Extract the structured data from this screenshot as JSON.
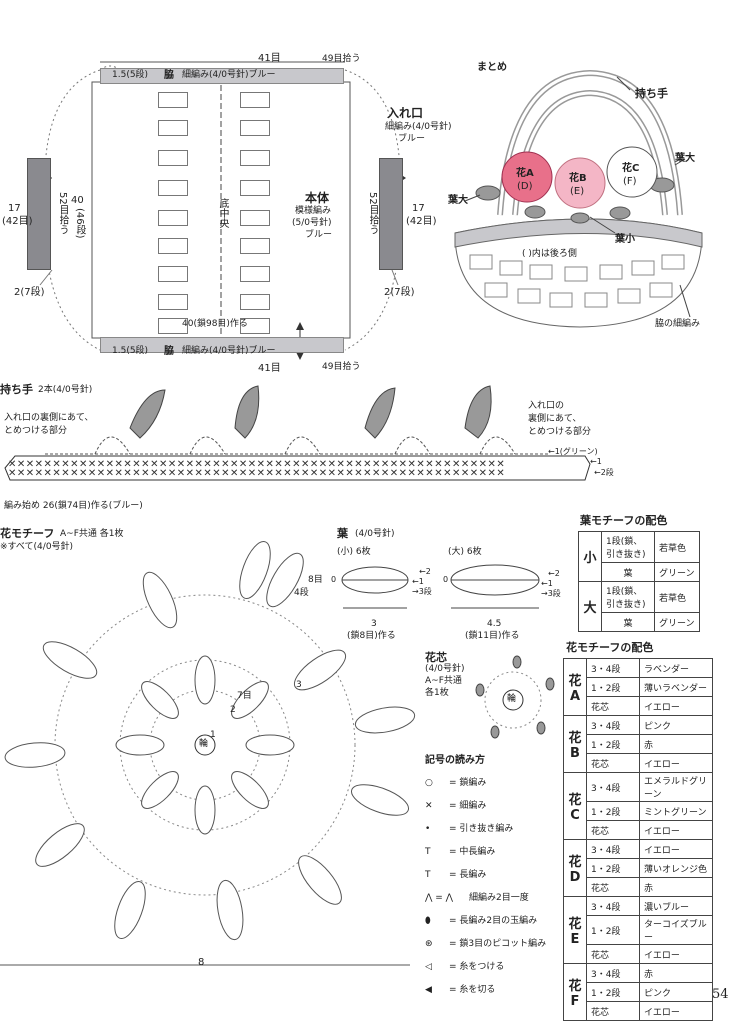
{
  "body_diagram": {
    "top_41": "41目",
    "top_49": "49目拾う",
    "band_top_label_a": "1.5(5段)",
    "band_top_label_b": "脇",
    "band_top_label_c": "細編み(4/0号針)ブルー",
    "band_bottom_label_a": "1.5(5段)",
    "band_bottom_label_b": "脇",
    "band_bottom_label_c": "細編み(4/0号針)ブルー",
    "bottom_41": "41目",
    "bottom_49": "49目拾う",
    "chain_label": "40(鎖98目)作る",
    "center_label": "底中央",
    "main_title": "本体",
    "main_sub1": "模様編み",
    "main_sub2": "(5/0号針)",
    "main_sub3": "ブルー",
    "left_40": "40",
    "left_46": "(46段)",
    "left_52": "52目拾う",
    "left_17": "17",
    "left_42": "(42目)",
    "left_2": "2(7段)",
    "right_52": "52目拾う",
    "right_17": "17",
    "right_42": "(42目)",
    "right_2": "2(7段)",
    "opening_title": "入れ口",
    "opening_sub1": "細編み(4/0号針)",
    "opening_sub2": "ブルー"
  },
  "finish": {
    "title": "まとめ",
    "handle": "持ち手",
    "flower_a1": "花A",
    "flower_a2": "(D)",
    "flower_b1": "花B",
    "flower_b2": "(E)",
    "flower_c1": "花C",
    "flower_c2": "(F)",
    "leaf_big_r": "葉大",
    "leaf_big_l": "葉大",
    "leaf_small": "葉小",
    "back_note": "( )内は後ろ側",
    "side_band": "脇の細編み"
  },
  "handle_section": {
    "title": "持ち手",
    "title_sub": "2本(4/0号針)",
    "note_left1": "入れ口の裏側にあて、",
    "note_left2": "とめつける部分",
    "note_right1": "入れ口の",
    "note_right2": "裏側にあて、",
    "note_right3": "とめつける部分",
    "row_1_green": "←1(グリーン)",
    "row_1": "←1",
    "row_2": "←2段",
    "start_note": "編み始め 26(鎖74目)作る(ブルー)"
  },
  "flower_section": {
    "title": "花モチーフ",
    "title_sub": "A~F共通 各1枚",
    "note": "※すべて(4/0号針)",
    "label_8": "8目",
    "label_4": "4段",
    "label_3": "3",
    "label_7": "7目",
    "label_2": "2",
    "label_1": "1",
    "ring": "輪",
    "width": "8"
  },
  "leaf_section": {
    "title": "葉",
    "title_sub": "(4/0号針)",
    "small": "(小) 6枚",
    "large": "(大) 6枚",
    "small_width": "3",
    "small_chain": "(鎖8目)作る",
    "large_width": "4.5",
    "large_chain": "(鎖11目)作る",
    "row_2": "←2",
    "row_1": "←1",
    "row_3": "→3段",
    "start_0": "0"
  },
  "core_section": {
    "title": "花芯",
    "sub1": "(4/0号針)",
    "sub2": "A~F共通",
    "sub3": "各1枚",
    "ring": "輪"
  },
  "legend": {
    "title": "記号の読み方",
    "items": [
      {
        "sym": "○",
        "label": "= 鎖編み"
      },
      {
        "sym": "✕",
        "label": "= 細編み"
      },
      {
        "sym": "•",
        "label": "= 引き抜き編み"
      },
      {
        "sym": "T",
        "label": "= 中長編み"
      },
      {
        "sym": "T",
        "label": "= 長編み"
      },
      {
        "sym": "⋀ = ⋀",
        "label": "細編み2目一度"
      },
      {
        "sym": "⬮",
        "label": "= 長編み2目の玉編み"
      },
      {
        "sym": "⊛",
        "label": "= 鎖3目のピコット編み"
      },
      {
        "sym": "◁",
        "label": "= 糸をつける"
      },
      {
        "sym": "◀",
        "label": "= 糸を切る"
      }
    ]
  },
  "leaf_colors": {
    "title": "葉モチーフの配色",
    "groups": [
      {
        "name": "小",
        "rows": [
          [
            "1段(鎖、引き抜き)",
            "若草色"
          ],
          [
            "葉",
            "グリーン"
          ]
        ]
      },
      {
        "name": "大",
        "rows": [
          [
            "1段(鎖、引き抜き)",
            "若草色"
          ],
          [
            "葉",
            "グリーン"
          ]
        ]
      }
    ]
  },
  "flower_colors": {
    "title": "花モチーフの配色",
    "groups": [
      {
        "name": "花A",
        "rows": [
          [
            "3・4段",
            "ラベンダー"
          ],
          [
            "1・2段",
            "薄いラベンダー"
          ],
          [
            "花芯",
            "イエロー"
          ]
        ]
      },
      {
        "name": "花B",
        "rows": [
          [
            "3・4段",
            "ピンク"
          ],
          [
            "1・2段",
            "赤"
          ],
          [
            "花芯",
            "イエロー"
          ]
        ]
      },
      {
        "name": "花C",
        "rows": [
          [
            "3・4段",
            "エメラルドグリーン"
          ],
          [
            "1・2段",
            "ミントグリーン"
          ],
          [
            "花芯",
            "イエロー"
          ]
        ]
      },
      {
        "name": "花D",
        "rows": [
          [
            "3・4段",
            "イエロー"
          ],
          [
            "1・2段",
            "薄いオレンジ色"
          ],
          [
            "花芯",
            "赤"
          ]
        ]
      },
      {
        "name": "花E",
        "rows": [
          [
            "3・4段",
            "濃いブルー"
          ],
          [
            "1・2段",
            "ターコイズブルー"
          ],
          [
            "花芯",
            "イエロー"
          ]
        ]
      },
      {
        "name": "花F",
        "rows": [
          [
            "3・4段",
            "赤"
          ],
          [
            "1・2段",
            "ピンク"
          ],
          [
            "花芯",
            "イエロー"
          ]
        ]
      }
    ]
  },
  "page_number": "54",
  "colors": {
    "flower_a": "#e8708a",
    "flower_b": "#f4b6c6",
    "band": "#c8c8cc",
    "dark": "#8a8a8f"
  }
}
